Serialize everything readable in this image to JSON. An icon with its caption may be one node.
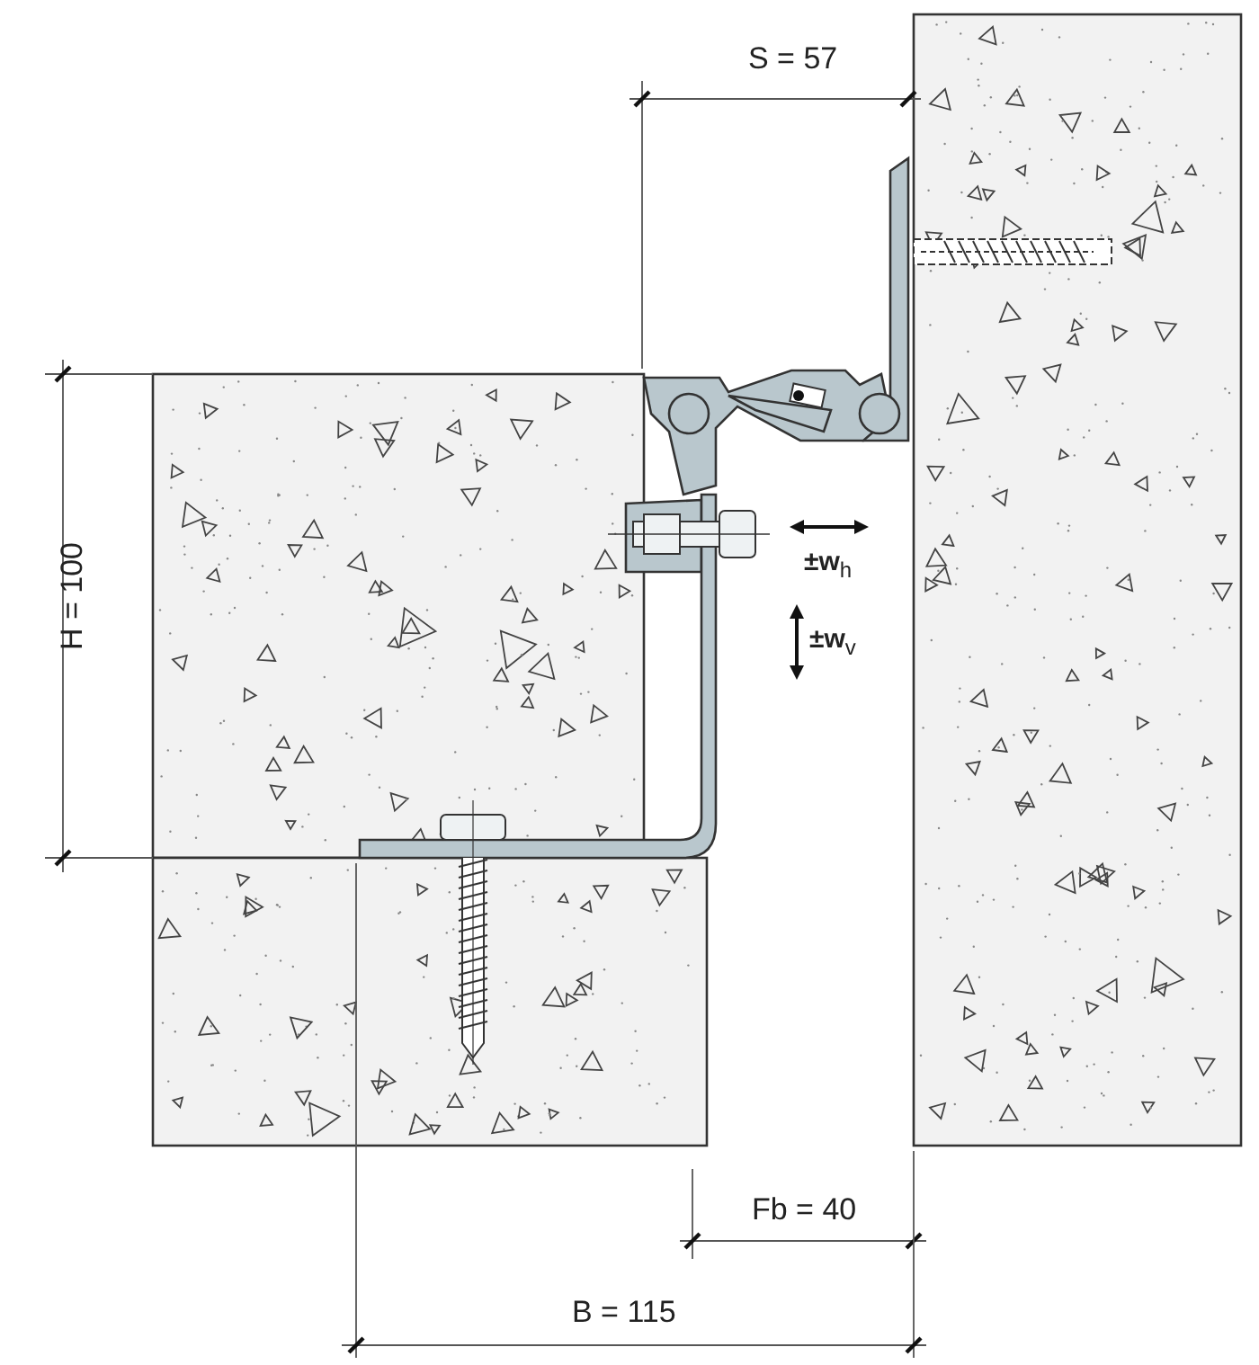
{
  "diagram": {
    "labels": [
      "S = 57",
      "H = 100",
      "±w$_{h}$",
      "±w$_{v}$",
      "Fb = 40",
      "B = 115"
    ]
  }
}
